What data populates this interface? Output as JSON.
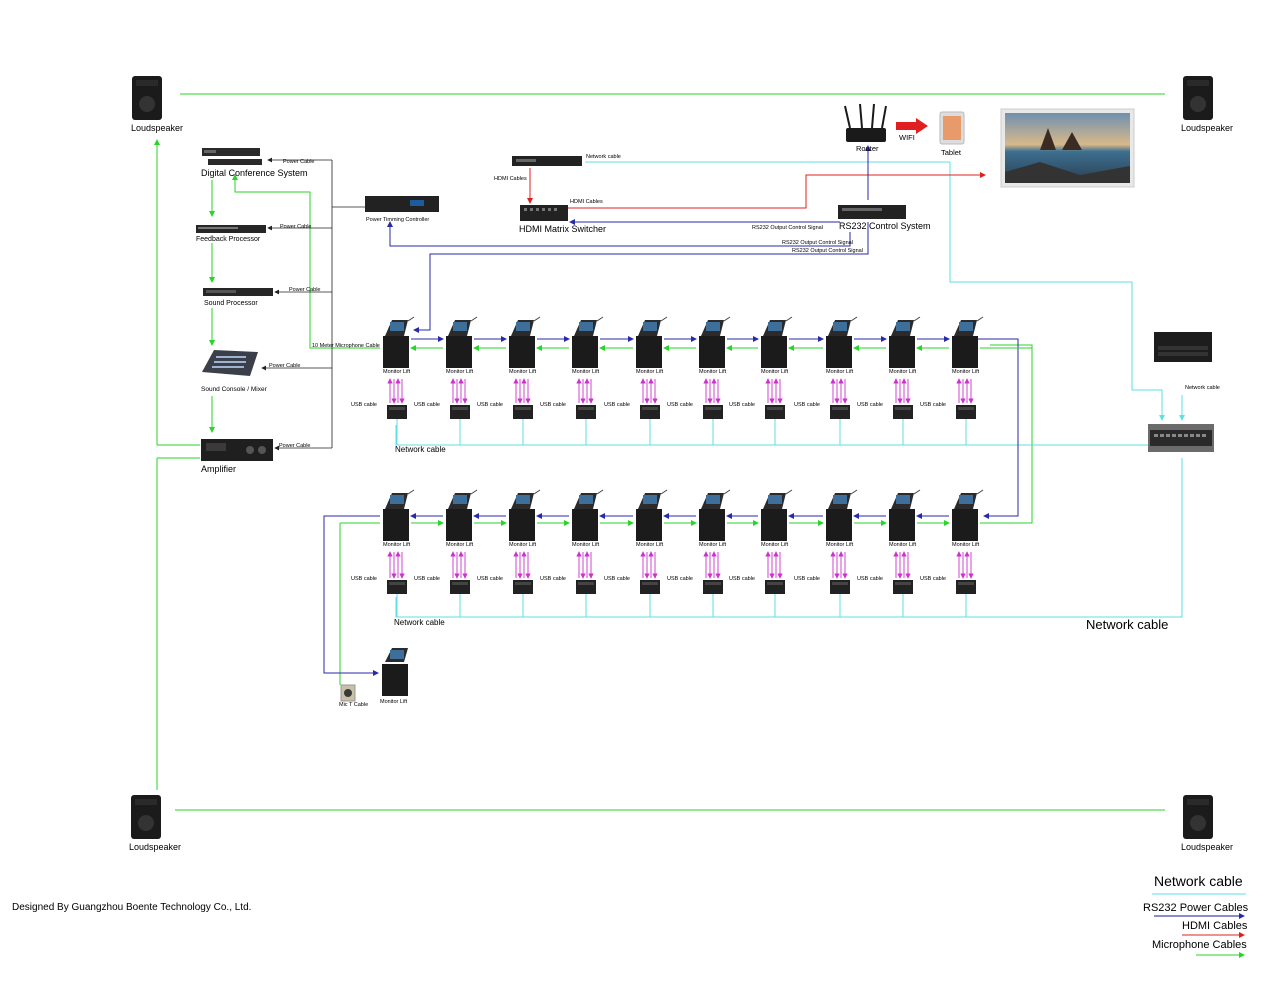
{
  "devices": {
    "loudspeaker": "Loudspeaker",
    "dcs": "Digital Conference System",
    "feedback": "Feedback Processor",
    "sound_processor": "Sound Processor",
    "console": "Sound Console / Mixer",
    "amplifier": "Amplifier",
    "power_timer": "Power Timming Controller",
    "hdmi_switcher": "HDMI Matrix Switcher",
    "rs232": "RS232 Control System",
    "router": "Router",
    "wifi": "WIFI",
    "tablet": "Tablet",
    "monitor_lift": "Monitor Lift",
    "mic_t": "Mic T Cable"
  },
  "cables": {
    "power": "Power Cable",
    "network": "Network cable",
    "hdmi": "HDMI Cables",
    "rs232_signal": "RS232 Output Control Signal",
    "usb": "USB cable",
    "mic_10m": "10 Meter Microphone Cable"
  },
  "legend": {
    "title": "Network cable",
    "items": [
      {
        "label": "RS232 Power Cables",
        "color": "#1a1aa0"
      },
      {
        "label": "HDMI Cables",
        "color": "#e02020"
      },
      {
        "label": "Microphone Cables",
        "color": "#27d627"
      }
    ],
    "network_color": "#5ee0e6"
  },
  "footer": {
    "credit": "Designed By Guangzhou Boente Technology Co., Ltd."
  },
  "big_network_label": "Network cable",
  "colors": {
    "mic": "#27d627",
    "network": "#5ee0e6",
    "rs232": "#2a2aa8",
    "hdmi": "#e02020",
    "usb": "#cc33cc"
  }
}
